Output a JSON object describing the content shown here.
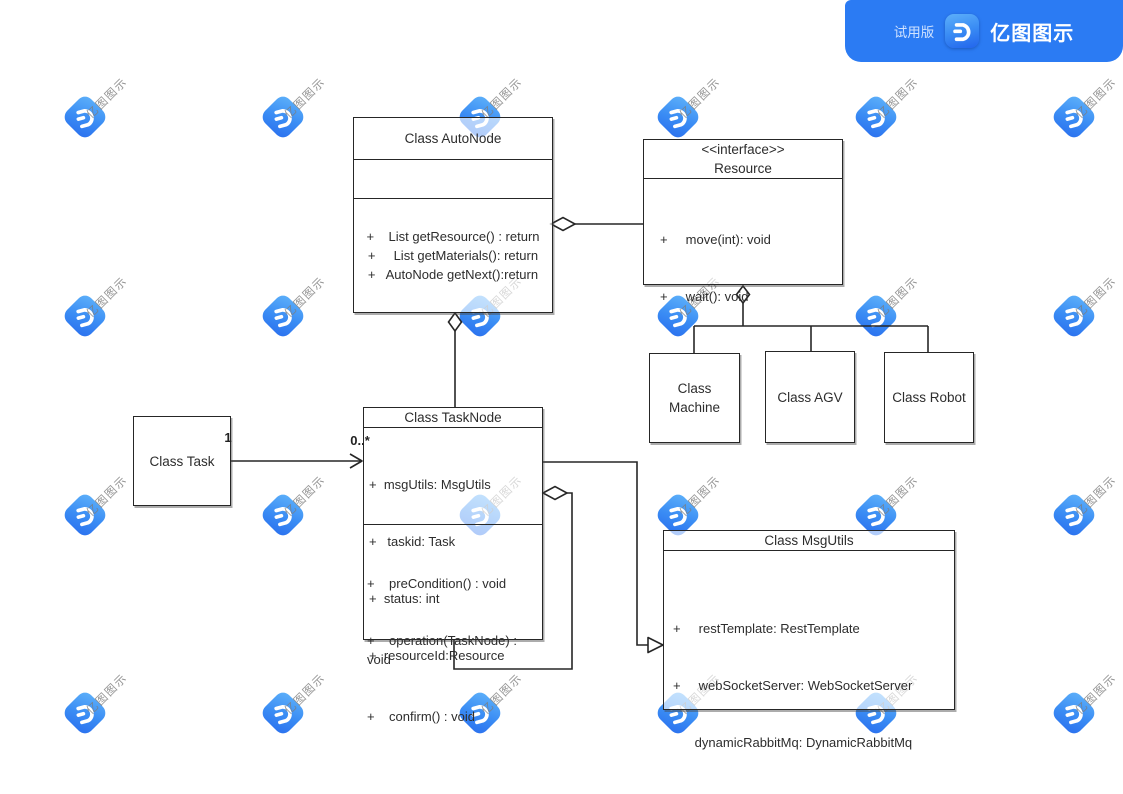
{
  "header": {
    "trial_label": "试用版",
    "brand": "亿图图示"
  },
  "watermark": {
    "label": "亿图图示"
  },
  "diagram": {
    "colors": {
      "accent": "#2b7bf3",
      "line": "#262626",
      "shape_fill": "#ffffff"
    },
    "classes": {
      "autonode": {
        "title": "Class AutoNode",
        "methods": [
          "+    List getResource() : return",
          "+     List getMaterials(): return",
          "+   AutoNode getNext():return"
        ]
      },
      "resource": {
        "stereotype": "<<interface>>",
        "title": "Resource",
        "methods": [
          "+     move(int): void",
          "+     wait(): void"
        ]
      },
      "machine": {
        "title": "Class Machine"
      },
      "agv": {
        "title": "Class AGV"
      },
      "robot": {
        "title": "Class Robot"
      },
      "task": {
        "title": "Class Task"
      },
      "tasknode": {
        "title": "Class TaskNode",
        "attributes": [
          "+  msgUtils: MsgUtils",
          "+   taskid: Task",
          "+  status: int",
          "+  resourceId:Resource"
        ],
        "methods": [
          "+    preCondition() : void",
          "+    operation(TaskNode) :\nvoid",
          "+    confirm() : void"
        ]
      },
      "msgutils": {
        "title": "Class MsgUtils",
        "attributes": [
          "+     restTemplate: RestTemplate",
          "+     webSocketServer: WebSocketServer",
          "      dynamicRabbitMq: DynamicRabbitMq"
        ]
      }
    },
    "labels": {
      "task_multiplicity": "1",
      "tasknode_multiplicity": "0..*"
    }
  }
}
